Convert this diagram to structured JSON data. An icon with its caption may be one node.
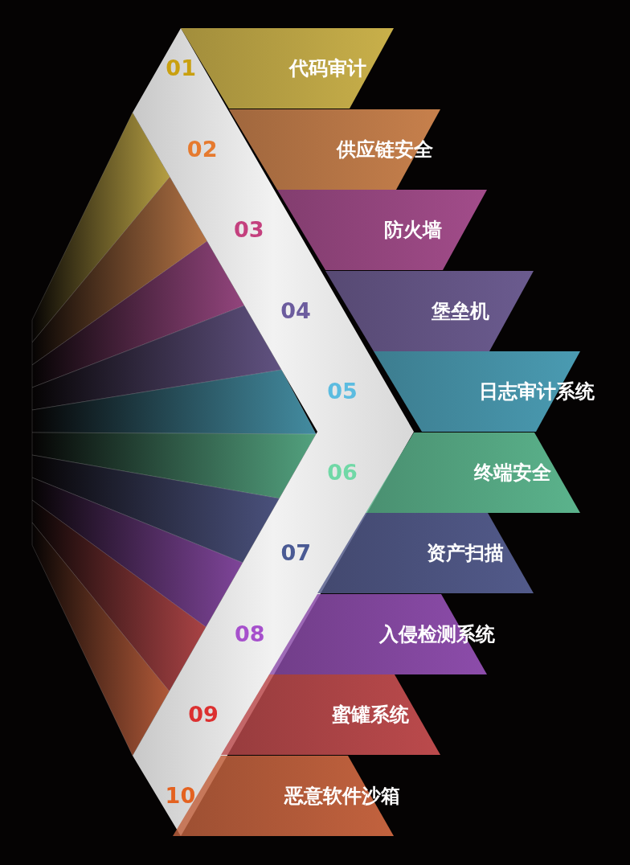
{
  "diagram": {
    "nodes": [
      {
        "text": [
          "代码审计"
        ],
        "beside": [
          "01"
        ]
      },
      {
        "text": [
          "供应链安全"
        ],
        "beside": [
          "02"
        ]
      },
      {
        "text": [
          "防火墙"
        ],
        "beside": [
          "03"
        ]
      },
      {
        "text": [
          "堡垒机"
        ],
        "beside": [
          "04"
        ]
      },
      {
        "text": [
          "日志审计系统"
        ],
        "beside": [
          "05"
        ]
      },
      {
        "text": [
          "终端安全"
        ],
        "beside": [
          "06"
        ]
      },
      {
        "text": [
          "资产扫描"
        ],
        "beside": [
          "07"
        ]
      },
      {
        "text": [
          "入侵检测系统"
        ],
        "beside": [
          "08"
        ]
      },
      {
        "text": [
          "蜜罐系统"
        ],
        "beside": [
          "09"
        ]
      },
      {
        "text": [
          "恶意软件沙箱"
        ],
        "beside": [
          "10"
        ]
      }
    ]
  }
}
